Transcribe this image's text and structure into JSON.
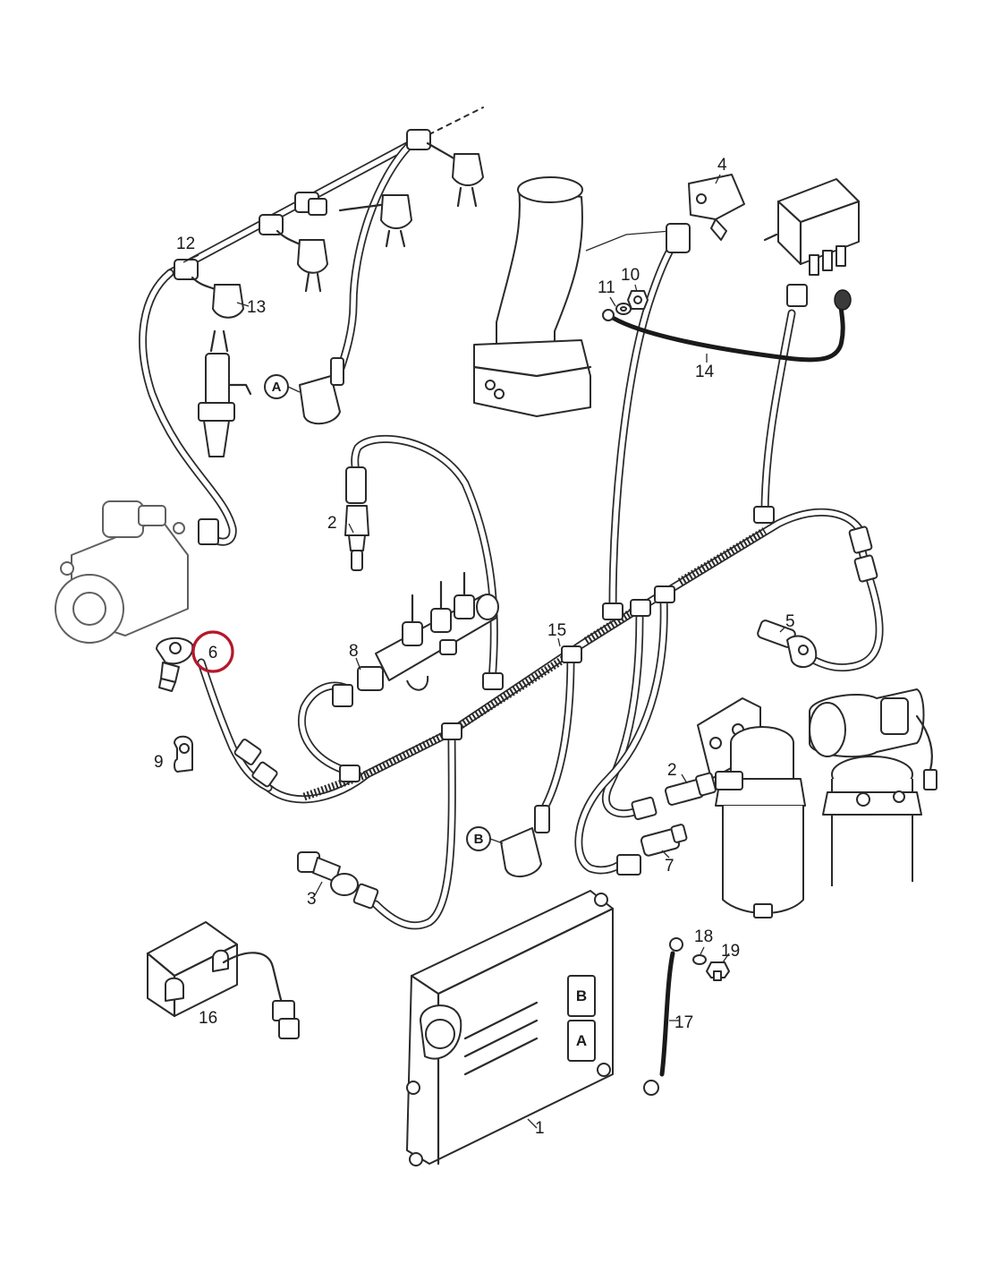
{
  "diagram": {
    "highlight_color": "#b5182b",
    "labels": {
      "p1": "1",
      "p2a": "2",
      "p2b": "2",
      "p3": "3",
      "p4": "4",
      "p5": "5",
      "p6": "6",
      "p7": "7",
      "p8": "8",
      "p9": "9",
      "p10": "10",
      "p11": "11",
      "p12": "12",
      "p13": "13",
      "p14": "14",
      "p15": "15",
      "p16": "16",
      "p17": "17",
      "p18": "18",
      "p19": "19"
    },
    "callouts": {
      "a_circle": "A",
      "b_circle": "B",
      "ecu_b": "B",
      "ecu_a": "A"
    }
  }
}
